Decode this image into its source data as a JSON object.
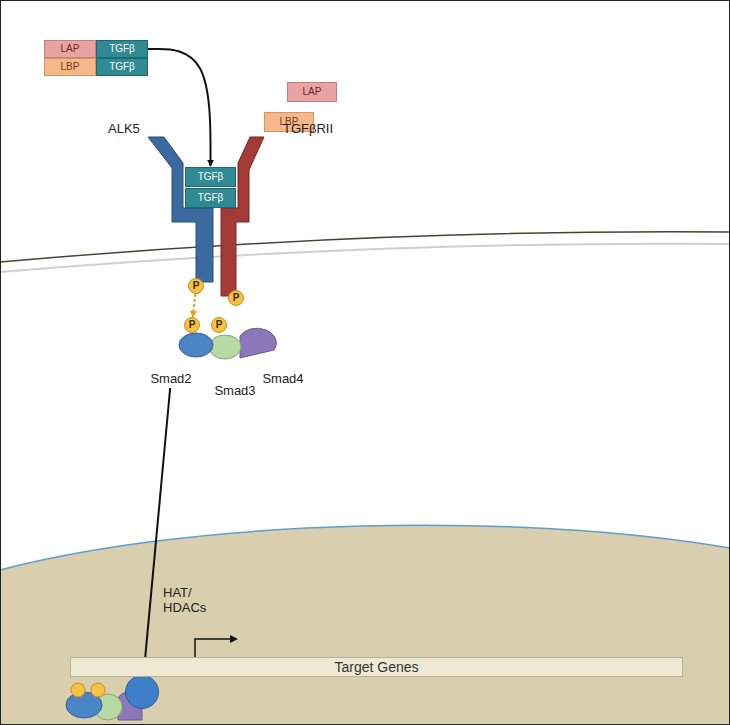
{
  "diagram": {
    "nodes": [
      {
        "text": [
          "LAP"
        ]
      },
      {
        "text": [
          "TGFβ"
        ]
      },
      {
        "text": [
          "LBP"
        ]
      },
      {
        "text": [
          "TGFβ"
        ]
      },
      {
        "text": [
          "LAP"
        ]
      },
      {
        "text": [
          "LBP"
        ]
      },
      {
        "text": [
          "TGFβ"
        ]
      },
      {
        "text": [
          "TGFβ"
        ]
      },
      {
        "text": [
          "P"
        ]
      },
      {
        "text": [
          "P"
        ]
      },
      {
        "text": [
          "P"
        ]
      },
      {
        "text": [
          "P"
        ]
      },
      {
        "text": [
          "Smad2"
        ]
      },
      {
        "text": [
          "Smad3"
        ]
      },
      {
        "text": [
          "Smad4"
        ]
      },
      {
        "text": [
          "HAT/ HDACs"
        ]
      },
      {
        "text": [
          "Target Genes"
        ]
      }
    ],
    "edges": [
      {
        "from": 1,
        "to": 6,
        "arrow": "to"
      },
      {
        "from": 8,
        "to": 10,
        "arrow": "to"
      },
      {
        "from": 12,
        "to": 15,
        "arrow": "to"
      }
    ],
    "labels": [
      "ALK5",
      "TGFβRII"
    ]
  }
}
